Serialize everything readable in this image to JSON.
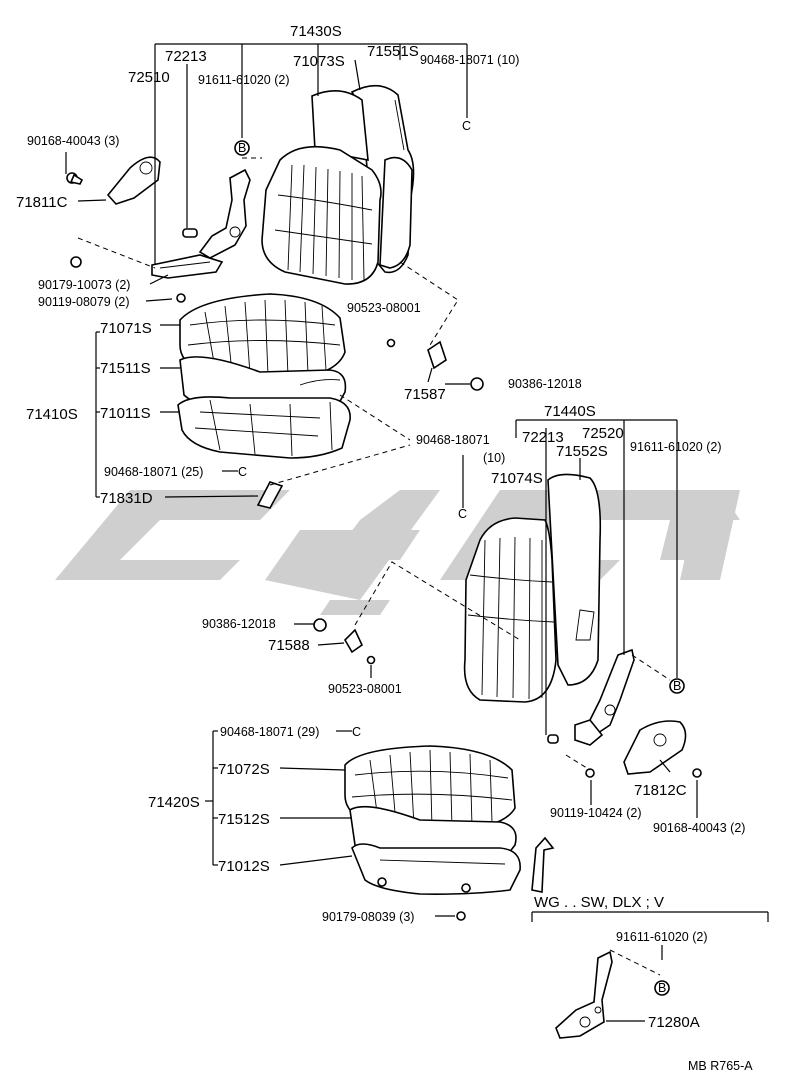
{
  "watermark_text": "",
  "footer": {
    "code": "MB  R765-A"
  },
  "variant_note": "WG . . SW, DLX ; V",
  "labels": {
    "l_71430S": "71430S",
    "l_72213a": "72213",
    "l_71073S": "71073S",
    "l_71551S": "71551S",
    "l_72510": "72510",
    "l_91611a": "91611-61020 (2)",
    "l_90468a": "90468-18071 (10)",
    "l_90168a": "90168-40043 (3)",
    "l_71811C": "71811C",
    "l_90179a": "90179-10073 (2)",
    "l_90119a": "90119-08079 (2)",
    "l_90523a": "90523-08001",
    "l_71071S": "71071S",
    "l_71511S": "71511S",
    "l_71410S": "71410S",
    "l_71011S": "71011S",
    "l_71587": "71587",
    "l_90386a": "90386-12018",
    "l_71440S": "71440S",
    "l_90468b": "90468-18071",
    "l_90468b2": "(10)",
    "l_72213b": "72213",
    "l_72520": "72520",
    "l_71552S": "71552S",
    "l_91611b": "91611-61020 (2)",
    "l_71074S": "71074S",
    "l_90468c": "90468-18071 (25)",
    "l_71831D": "71831D",
    "l_90386b": "90386-12018",
    "l_71588": "71588",
    "l_90523b": "90523-08001",
    "l_90468d": "90468-18071 (29)",
    "l_71072S": "71072S",
    "l_71420S": "71420S",
    "l_71512S": "71512S",
    "l_71012S": "71012S",
    "l_90119b": "90119-10424 (2)",
    "l_71812C": "71812C",
    "l_90168b": "90168-40043 (2)",
    "l_90179b": "90179-08039 (3)",
    "l_91611c": "91611-61020 (2)",
    "l_71280A": "71280A",
    "b1": "B",
    "b2": "B",
    "b3": "B",
    "c1": "C",
    "c2": "C",
    "c3": "C",
    "c4": "C"
  }
}
